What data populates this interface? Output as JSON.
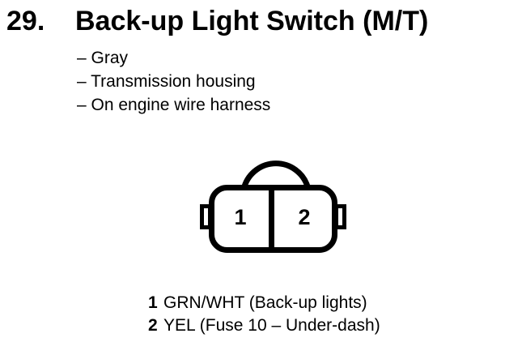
{
  "colors": {
    "ink": "#000000",
    "paper": "#ffffff"
  },
  "header": {
    "item_number": "29.",
    "title": "Back-up Light Switch (M/T)"
  },
  "details": {
    "items": [
      "– Gray",
      "– Transmission housing",
      "– On engine wire harness"
    ]
  },
  "connector": {
    "pins": [
      {
        "number": "1"
      },
      {
        "number": "2"
      }
    ]
  },
  "legend": {
    "rows": [
      {
        "pin": "1",
        "description": "GRN/WHT (Back-up lights)"
      },
      {
        "pin": "2",
        "description": "YEL (Fuse 10 – Under-dash)"
      }
    ]
  }
}
